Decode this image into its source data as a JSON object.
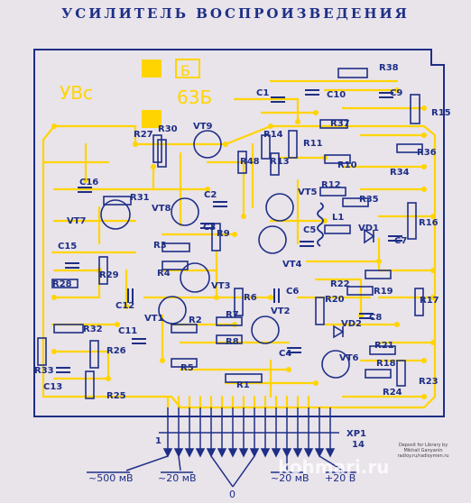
{
  "title": "УСИЛИТЕЛЬ ВОСПРОИЗВЕДЕНИЯ",
  "board_marks": {
    "uvs": "УВс",
    "b": "Б",
    "code": "63Б"
  },
  "colors": {
    "trace": "#ffd400",
    "ink": "#1d2f86",
    "paper": "#e9e3ea"
  },
  "components": [
    {
      "label": "R38"
    },
    {
      "label": "C9"
    },
    {
      "label": "C1"
    },
    {
      "label": "C10"
    },
    {
      "label": "R15"
    },
    {
      "label": "R37"
    },
    {
      "label": "R27"
    },
    {
      "label": "R30"
    },
    {
      "label": "VT9"
    },
    {
      "label": "R14"
    },
    {
      "label": "R11"
    },
    {
      "label": "R36"
    },
    {
      "label": "R10"
    },
    {
      "label": "R34"
    },
    {
      "label": "R48"
    },
    {
      "label": "R13"
    },
    {
      "label": "C16"
    },
    {
      "label": "R31"
    },
    {
      "label": "VT8"
    },
    {
      "label": "C2"
    },
    {
      "label": "R12"
    },
    {
      "label": "VT5"
    },
    {
      "label": "R35"
    },
    {
      "label": "VT7"
    },
    {
      "label": "C3"
    },
    {
      "label": "L1"
    },
    {
      "label": "R16"
    },
    {
      "label": "R9"
    },
    {
      "label": "C5"
    },
    {
      "label": "VD1"
    },
    {
      "label": "C7"
    },
    {
      "label": "C15"
    },
    {
      "label": "R3"
    },
    {
      "label": "VT4"
    },
    {
      "label": "R29"
    },
    {
      "label": "R4"
    },
    {
      "label": "R22"
    },
    {
      "label": "R28"
    },
    {
      "label": "VT3"
    },
    {
      "label": "C6"
    },
    {
      "label": "R19"
    },
    {
      "label": "C12"
    },
    {
      "label": "R6"
    },
    {
      "label": "R20"
    },
    {
      "label": "R17"
    },
    {
      "label": "C11"
    },
    {
      "label": "VT1"
    },
    {
      "label": "R2"
    },
    {
      "label": "R7"
    },
    {
      "label": "VT2"
    },
    {
      "label": "C8"
    },
    {
      "label": "R32"
    },
    {
      "label": "VD2"
    },
    {
      "label": "R26"
    },
    {
      "label": "R8"
    },
    {
      "label": "C4"
    },
    {
      "label": "R21"
    },
    {
      "label": "R5"
    },
    {
      "label": "VT6"
    },
    {
      "label": "R33"
    },
    {
      "label": "R18"
    },
    {
      "label": "C13"
    },
    {
      "label": "R23"
    },
    {
      "label": "R1"
    },
    {
      "label": "R24"
    },
    {
      "label": "R25"
    }
  ],
  "connector": {
    "name": "XP1",
    "first_pin": "1",
    "last_pin": "14"
  },
  "signal_labels": [
    "~500 мВ",
    "~20 мВ",
    "0",
    "~20 мВ",
    "+20 В"
  ],
  "credit_lines": [
    "Deposit for Library by",
    "Mikhail Ganyanin",
    "radioy.ru/radioymen.ru"
  ],
  "site_watermark": "kohmari.ru"
}
